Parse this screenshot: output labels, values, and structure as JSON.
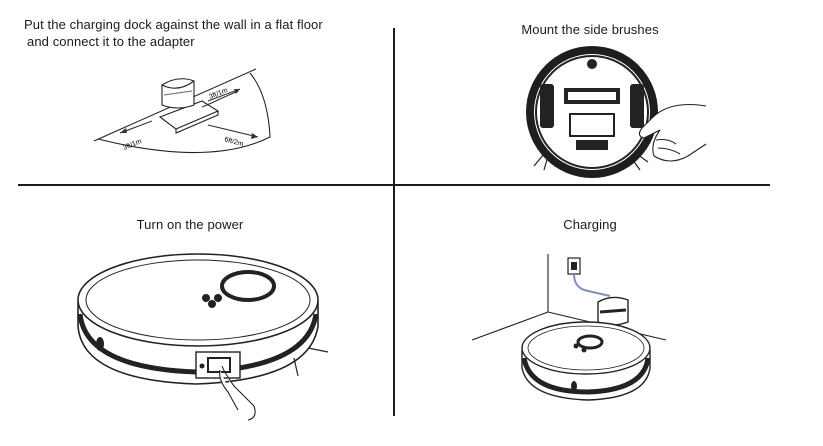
{
  "steps": [
    {
      "caption_line1": "Put the charging dock  against the wall in a flat floor",
      "caption_line2": "and connect it to the adapter",
      "clearance_labels": {
        "front": "6ft/2m",
        "left": "3ft/1m",
        "right": "3ft/1m"
      }
    },
    {
      "caption": "Mount the side brushes"
    },
    {
      "caption": "Turn on the power"
    },
    {
      "caption": "Charging"
    }
  ]
}
